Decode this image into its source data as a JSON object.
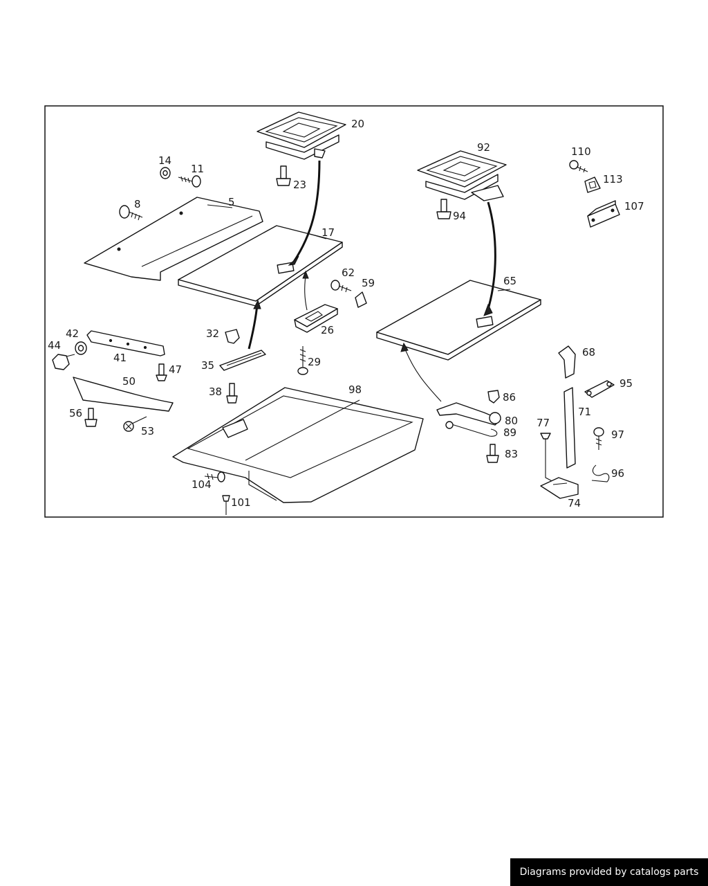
{
  "labels": {
    "p20": "20",
    "p92": "92",
    "p14": "14",
    "p11": "11",
    "p23": "23",
    "p110": "110",
    "p113": "113",
    "p8": "8",
    "p5": "5",
    "p94": "94",
    "p107": "107",
    "p17": "17",
    "p62": "62",
    "p59": "59",
    "p65": "65",
    "p42": "42",
    "p44": "44",
    "p41": "41",
    "p32": "32",
    "p26": "26",
    "p68": "68",
    "p35": "35",
    "p29": "29",
    "p47": "47",
    "p50": "50",
    "p95": "95",
    "p98": "98",
    "p38": "38",
    "p86": "86",
    "p56": "56",
    "p71": "71",
    "p80": "80",
    "p77": "77",
    "p53": "53",
    "p89": "89",
    "p97": "97",
    "p83": "83",
    "p96": "96",
    "p104": "104",
    "p101": "101",
    "p74": "74"
  },
  "footer": {
    "credit": "Diagrams provided by catalogs parts"
  },
  "colors": {
    "line": "#111111",
    "background": "#ffffff",
    "footer_bg": "#000000",
    "footer_text": "#ffffff"
  }
}
